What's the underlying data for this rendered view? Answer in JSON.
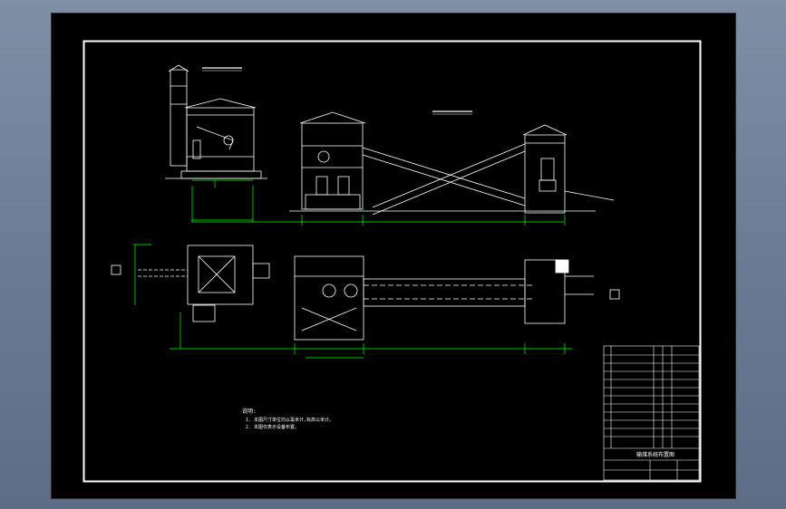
{
  "window": {
    "background": "#6f7f98",
    "canvas_color": "#000000"
  },
  "colors": {
    "line": "#ffffff",
    "dimension": "#00ff00",
    "frame": "#ffffff"
  },
  "notes": {
    "heading": "说明:",
    "line1": "1. 本图尺寸单位均以毫米计,标高以米计。",
    "line2": "2. 本图仅表示设备布置。"
  },
  "title_block": {
    "drawing_name": "输煤系统布置图"
  }
}
